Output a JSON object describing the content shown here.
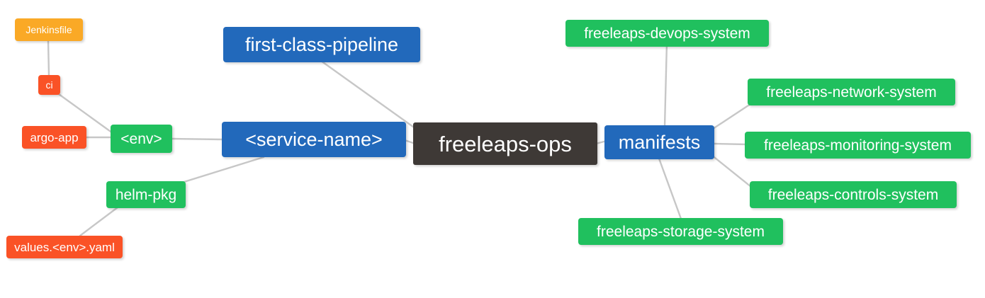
{
  "diagram": {
    "type": "mindmap",
    "title": "freeleaps-ops",
    "background_color": "#ffffff",
    "edge_color": "#c7c7c7",
    "palette": {
      "root": "#3e3936",
      "blue": "#2269bb",
      "green": "#20c05e",
      "orange_red": "#fa5226",
      "amber": "#faa926",
      "text": "#ffffff"
    }
  },
  "nodes": {
    "root": {
      "label": "freeleaps-ops",
      "color": "#3e3936",
      "level": "root"
    },
    "service_name": {
      "label": "<service-name>",
      "color": "#2269bb",
      "level": "1"
    },
    "first_class_pipeline": {
      "label": "first-class-pipeline",
      "color": "#2269bb",
      "level": "1"
    },
    "manifests": {
      "label": "manifests",
      "color": "#2269bb",
      "level": "1"
    },
    "env": {
      "label": "<env>",
      "color": "#20c05e",
      "level": "2"
    },
    "helm_pkg": {
      "label": "helm-pkg",
      "color": "#20c05e",
      "level": "2"
    },
    "ci": {
      "label": "ci",
      "color": "#fa5226",
      "level": "4"
    },
    "argo_app": {
      "label": "argo-app",
      "color": "#fa5226",
      "level": "3"
    },
    "values_yaml": {
      "label": "values.<env>.yaml",
      "color": "#fa5226",
      "level": "3"
    },
    "jenkinsfile": {
      "label": "Jenkinsfile",
      "color": "#faa926",
      "level": "4"
    },
    "devops_system": {
      "label": "freeleaps-devops-system",
      "color": "#20c05e",
      "level": "2"
    },
    "network_system": {
      "label": "freeleaps-network-system",
      "color": "#20c05e",
      "level": "2"
    },
    "monitoring_system": {
      "label": "freeleaps-monitoring-system",
      "color": "#20c05e",
      "level": "2"
    },
    "controls_system": {
      "label": "freeleaps-controls-system",
      "color": "#20c05e",
      "level": "2"
    },
    "storage_system": {
      "label": "freeleaps-storage-system",
      "color": "#20c05e",
      "level": "2"
    }
  },
  "edges": [
    {
      "from": "root",
      "to": "service_name"
    },
    {
      "from": "root",
      "to": "manifests"
    },
    {
      "from": "service_name",
      "to": "first_class_pipeline"
    },
    {
      "from": "service_name",
      "to": "env"
    },
    {
      "from": "service_name",
      "to": "helm_pkg"
    },
    {
      "from": "env",
      "to": "ci"
    },
    {
      "from": "env",
      "to": "argo_app"
    },
    {
      "from": "ci",
      "to": "jenkinsfile"
    },
    {
      "from": "helm_pkg",
      "to": "values_yaml"
    },
    {
      "from": "manifests",
      "to": "devops_system"
    },
    {
      "from": "manifests",
      "to": "network_system"
    },
    {
      "from": "manifests",
      "to": "monitoring_system"
    },
    {
      "from": "manifests",
      "to": "controls_system"
    },
    {
      "from": "manifests",
      "to": "storage_system"
    }
  ]
}
